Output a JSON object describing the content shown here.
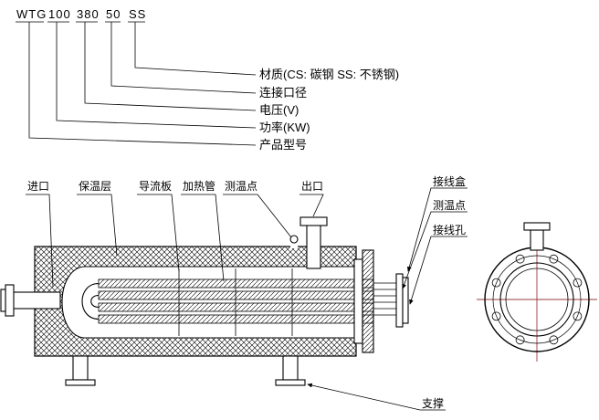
{
  "model_code": {
    "segments": [
      "WTG",
      "100",
      "380",
      "50",
      "SS"
    ]
  },
  "legend": {
    "material": "材质(CS: 碳钢  SS: 不锈钢)",
    "port_size": "连接口径",
    "voltage": "电压(V)",
    "power": "功率(KW)",
    "model": "产品型号"
  },
  "labels": {
    "inlet": "进口",
    "insulation": "保温层",
    "baffle": "导流板",
    "heater_tube": "加热管",
    "temp_point": "测温点",
    "outlet": "出口",
    "junction_box": "接线盒",
    "temp_point_right": "测温点",
    "wiring_hole": "接线孔",
    "support": "支撑"
  },
  "colors": {
    "line": "#000000",
    "centerline": "#9a3b3b",
    "background": "#ffffff"
  }
}
